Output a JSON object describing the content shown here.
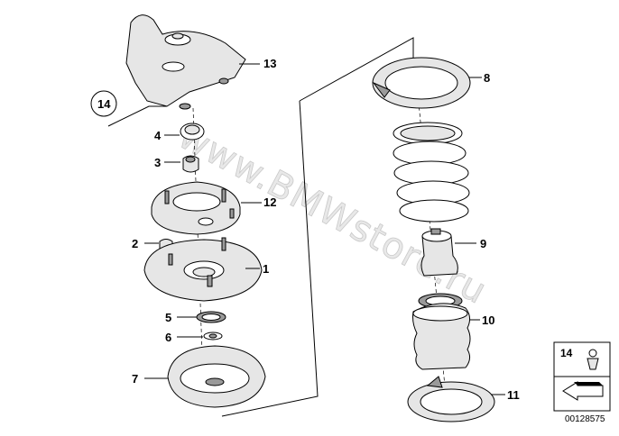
{
  "callouts": {
    "c1": "1",
    "c2": "2",
    "c3": "3",
    "c4": "4",
    "c5": "5",
    "c6": "6",
    "c7": "7",
    "c8": "8",
    "c9": "9",
    "c10": "10",
    "c11": "11",
    "c12": "12",
    "c13": "13",
    "c14": "14"
  },
  "legend": {
    "part_number": "14"
  },
  "watermark": "www.BMWstore.ru",
  "doc_number": "00128575"
}
